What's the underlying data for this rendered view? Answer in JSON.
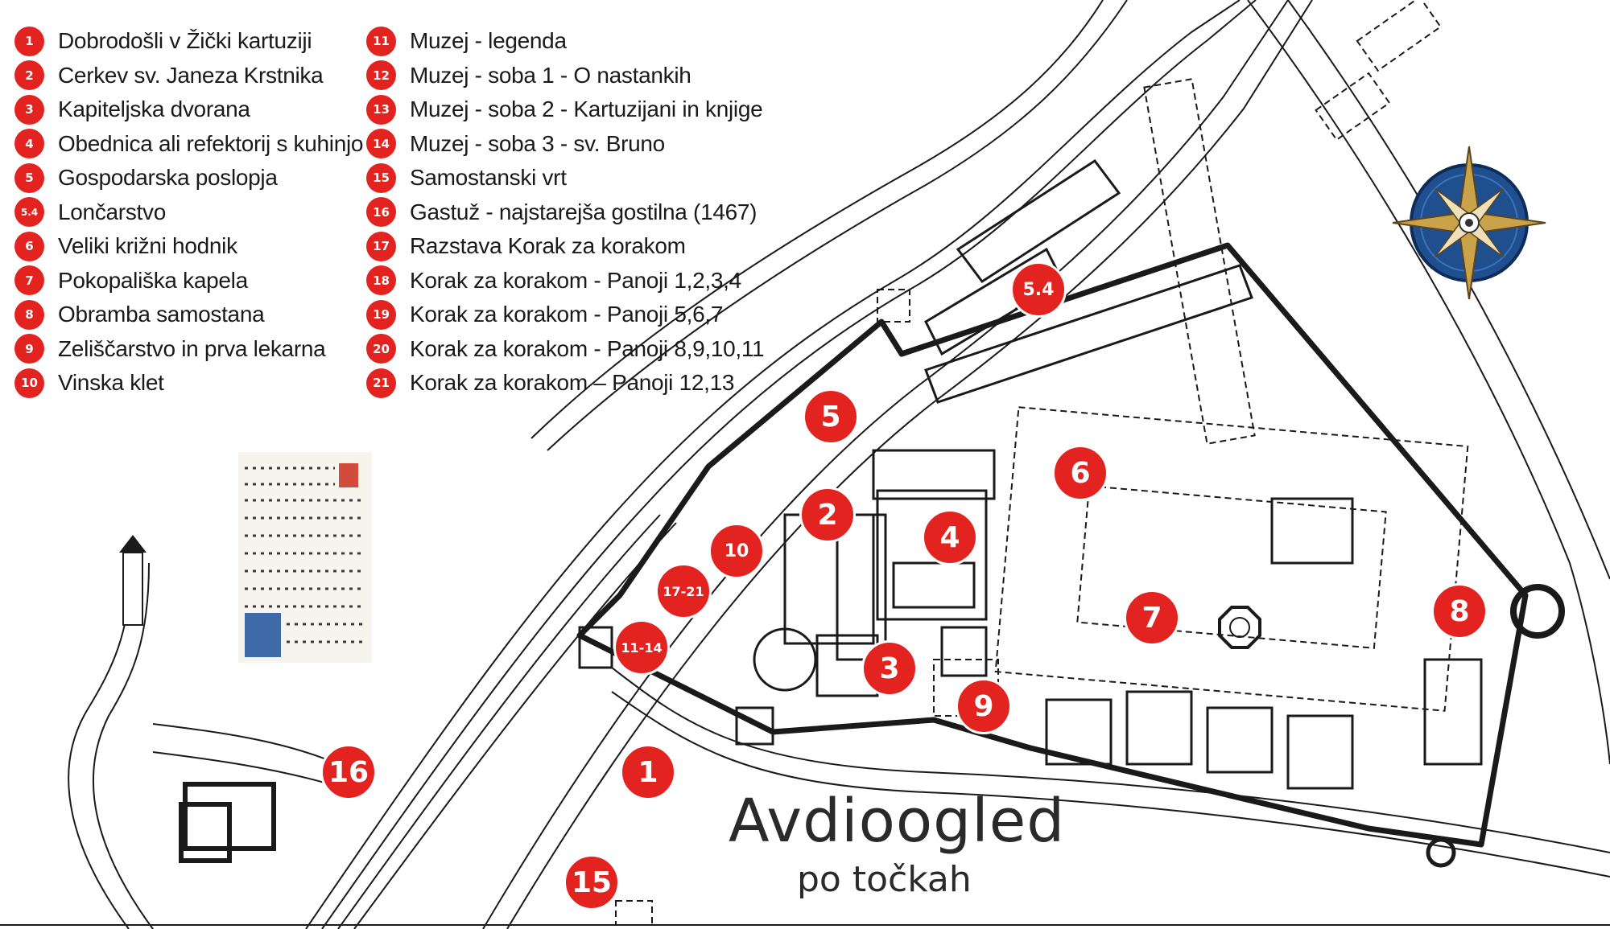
{
  "title": "Avdioogled",
  "subtitle": "po točkah",
  "colors": {
    "marker": "#e3231f",
    "lines": "#1a1a1a",
    "compass_blue": "#1f4f8f",
    "compass_gold": "#c9a24a"
  },
  "legend_left": [
    {
      "num": "1",
      "label": "Dobrodošli v Žički kartuziji"
    },
    {
      "num": "2",
      "label": "Cerkev sv. Janeza Krstnika"
    },
    {
      "num": "3",
      "label": "Kapiteljska dvorana"
    },
    {
      "num": "4",
      "label": "Obednica ali refektorij s kuhinjo"
    },
    {
      "num": "5",
      "label": "Gospodarska poslopja"
    },
    {
      "num": "5.4",
      "label": "Lončarstvo"
    },
    {
      "num": "6",
      "label": "Veliki križni hodnik"
    },
    {
      "num": "7",
      "label": "Pokopališka kapela"
    },
    {
      "num": "8",
      "label": "Obramba samostana"
    },
    {
      "num": "9",
      "label": "Zeliščarstvo in prva lekarna"
    },
    {
      "num": "10",
      "label": "Vinska klet"
    }
  ],
  "legend_right": [
    {
      "num": "11",
      "label": "Muzej - legenda"
    },
    {
      "num": "12",
      "label": "Muzej - soba 1 - O nastankih"
    },
    {
      "num": "13",
      "label": "Muzej - soba 2 - Kartuzijani in knjige"
    },
    {
      "num": "14",
      "label": "Muzej - soba 3 - sv. Bruno"
    },
    {
      "num": "15",
      "label": "Samostanski vrt"
    },
    {
      "num": "16",
      "label": "Gastuž - najstarejša gostilna (1467)"
    },
    {
      "num": "17",
      "label": "Razstava Korak za korakom"
    },
    {
      "num": "18",
      "label": "Korak za korakom - Panoji 1,2,3,4"
    },
    {
      "num": "19",
      "label": "Korak za korakom - Panoji 5,6,7"
    },
    {
      "num": "20",
      "label": "Korak za korakom - Panoji 8,9,10,11"
    },
    {
      "num": "21",
      "label": "Korak za korakom – Panoji 12,13"
    }
  ],
  "markers": {
    "m1": "1",
    "m2": "2",
    "m3": "3",
    "m4": "4",
    "m5": "5",
    "m54": "5.4",
    "m6": "6",
    "m7": "7",
    "m8": "8",
    "m9": "9",
    "m10": "10",
    "m1114": "11-14",
    "m1721": "17-21",
    "m15": "15",
    "m16": "16"
  },
  "icons": [
    "compass-rose-icon",
    "north-arrow-icon",
    "manuscript-image",
    "octagon-chapel-icon"
  ]
}
